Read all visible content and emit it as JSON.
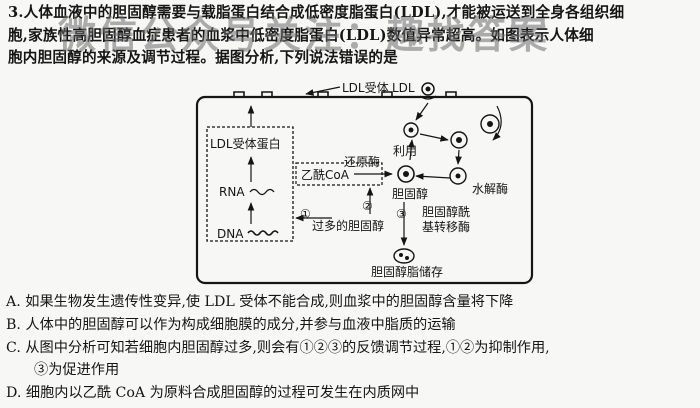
{
  "question": {
    "number": "3.",
    "lines": [
      "人体血液中的胆固醇需要与载脂蛋白结合成低密度脂蛋白(LDL),才能被运送到全身各组织细",
      "胞,家族性高胆固醇血症患者的血浆中低密度脂蛋白(LDL)数值异常超高。如图表示人体细",
      "胞内胆固醇的来源及调节过程。据图分析,下列说法错误的是"
    ]
  },
  "watermark": "微信公众号关注：趣找答案",
  "diagram": {
    "ldl_receptor": "LDL受体",
    "ldl": "LDL",
    "receptor_protein_1": "LDL受体蛋白",
    "rna": "RNA",
    "dna": "DNA",
    "acetyl_coa": "乙酰CoA",
    "reductase": "还原酶",
    "cholesterol": "胆固醇",
    "use": "利用",
    "hydrolase": "水解酶",
    "excess": "过多的胆固醇",
    "acyltransferase_1": "胆固醇酰",
    "acyltransferase_2": "基转移酶",
    "storage": "胆固醇脂储存",
    "n1": "①",
    "n2": "②",
    "n3": "③"
  },
  "options": {
    "A": "A. 如果生物发生遗传性变异,使 LDL 受体不能合成,则血浆中的胆固醇含量将下降",
    "B": "B. 人体中的胆固醇可以作为构成细胞膜的成分,并参与血液中脂质的运输",
    "C1": "C. 从图中分析可知若细胞内胆固醇过多,则会有①②③的反馈调节过程,①②为抑制作用,",
    "C2": "③为促进作用",
    "D": "D. 细胞内以乙酰 CoA 为原料合成胆固醇的过程可发生在内质网中"
  }
}
